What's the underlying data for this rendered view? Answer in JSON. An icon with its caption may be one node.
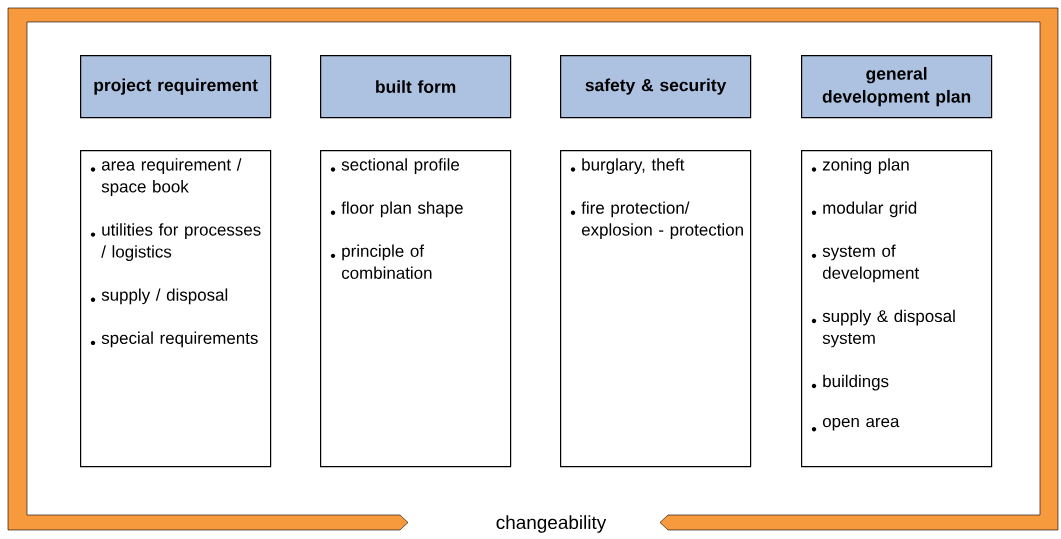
{
  "diagram": {
    "nodes": [
      {
        "text": [
          "changeability"
        ]
      },
      {
        "text": [
          "project requirement"
        ],
        "in": 0
      },
      {
        "text": [
          "built form"
        ],
        "in": 0
      },
      {
        "text": [
          "safety & security"
        ],
        "in": 0
      },
      {
        "text": [
          "general development plan"
        ],
        "in": 0
      },
      {
        "text": [
          "area requirement / space book",
          "utilities for processes / logistics",
          "supply / disposal",
          "special requirements"
        ],
        "in": 0
      },
      {
        "text": [
          "sectional profile",
          "floor plan shape",
          "principle of combination"
        ],
        "in": 0
      },
      {
        "text": [
          "burglary, theft",
          "fire protection/ explosion - protection"
        ],
        "in": 0
      },
      {
        "text": [
          "zoning plan",
          "modular grid",
          "system of development",
          "supply & disposal system",
          "buildings",
          "open area"
        ],
        "in": 0
      }
    ]
  }
}
